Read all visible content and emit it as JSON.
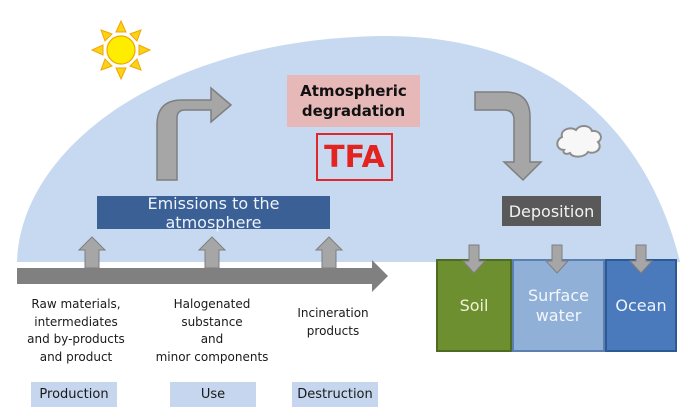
{
  "diagram": {
    "title_box": {
      "line1": "Atmospheric",
      "line2": "degradation"
    },
    "compound": "TFA",
    "emissions_label": "Emissions to the atmosphere",
    "deposition_label": "Deposition",
    "compartments": [
      {
        "line1": "Soil",
        "line2": ""
      },
      {
        "line1": "Surface",
        "line2": "water"
      },
      {
        "line1": "Ocean",
        "line2": ""
      }
    ],
    "sources": [
      {
        "lines": [
          "Raw materials,",
          "intermediates",
          "and by-products",
          "and product"
        ],
        "stage": "Production"
      },
      {
        "lines": [
          "Halogenated",
          "substance",
          "and",
          "minor components"
        ],
        "stage": "Use"
      },
      {
        "lines": [
          "Incineration",
          "products"
        ],
        "stage": "Destruction"
      }
    ],
    "icons": [
      "sun-icon",
      "cloud-icon"
    ],
    "colors": {
      "atmosphere": "#c6d9f0",
      "emissions_box": "#3a6096",
      "deposition_box": "#595959",
      "degradation_box": "#e6b8b8",
      "tfa_red": "#e3231f",
      "soil": "#6e8f2f",
      "surface_water": "#91b0d7",
      "ocean": "#4a7abb",
      "arrow_gray": "#a6a6a6"
    }
  }
}
